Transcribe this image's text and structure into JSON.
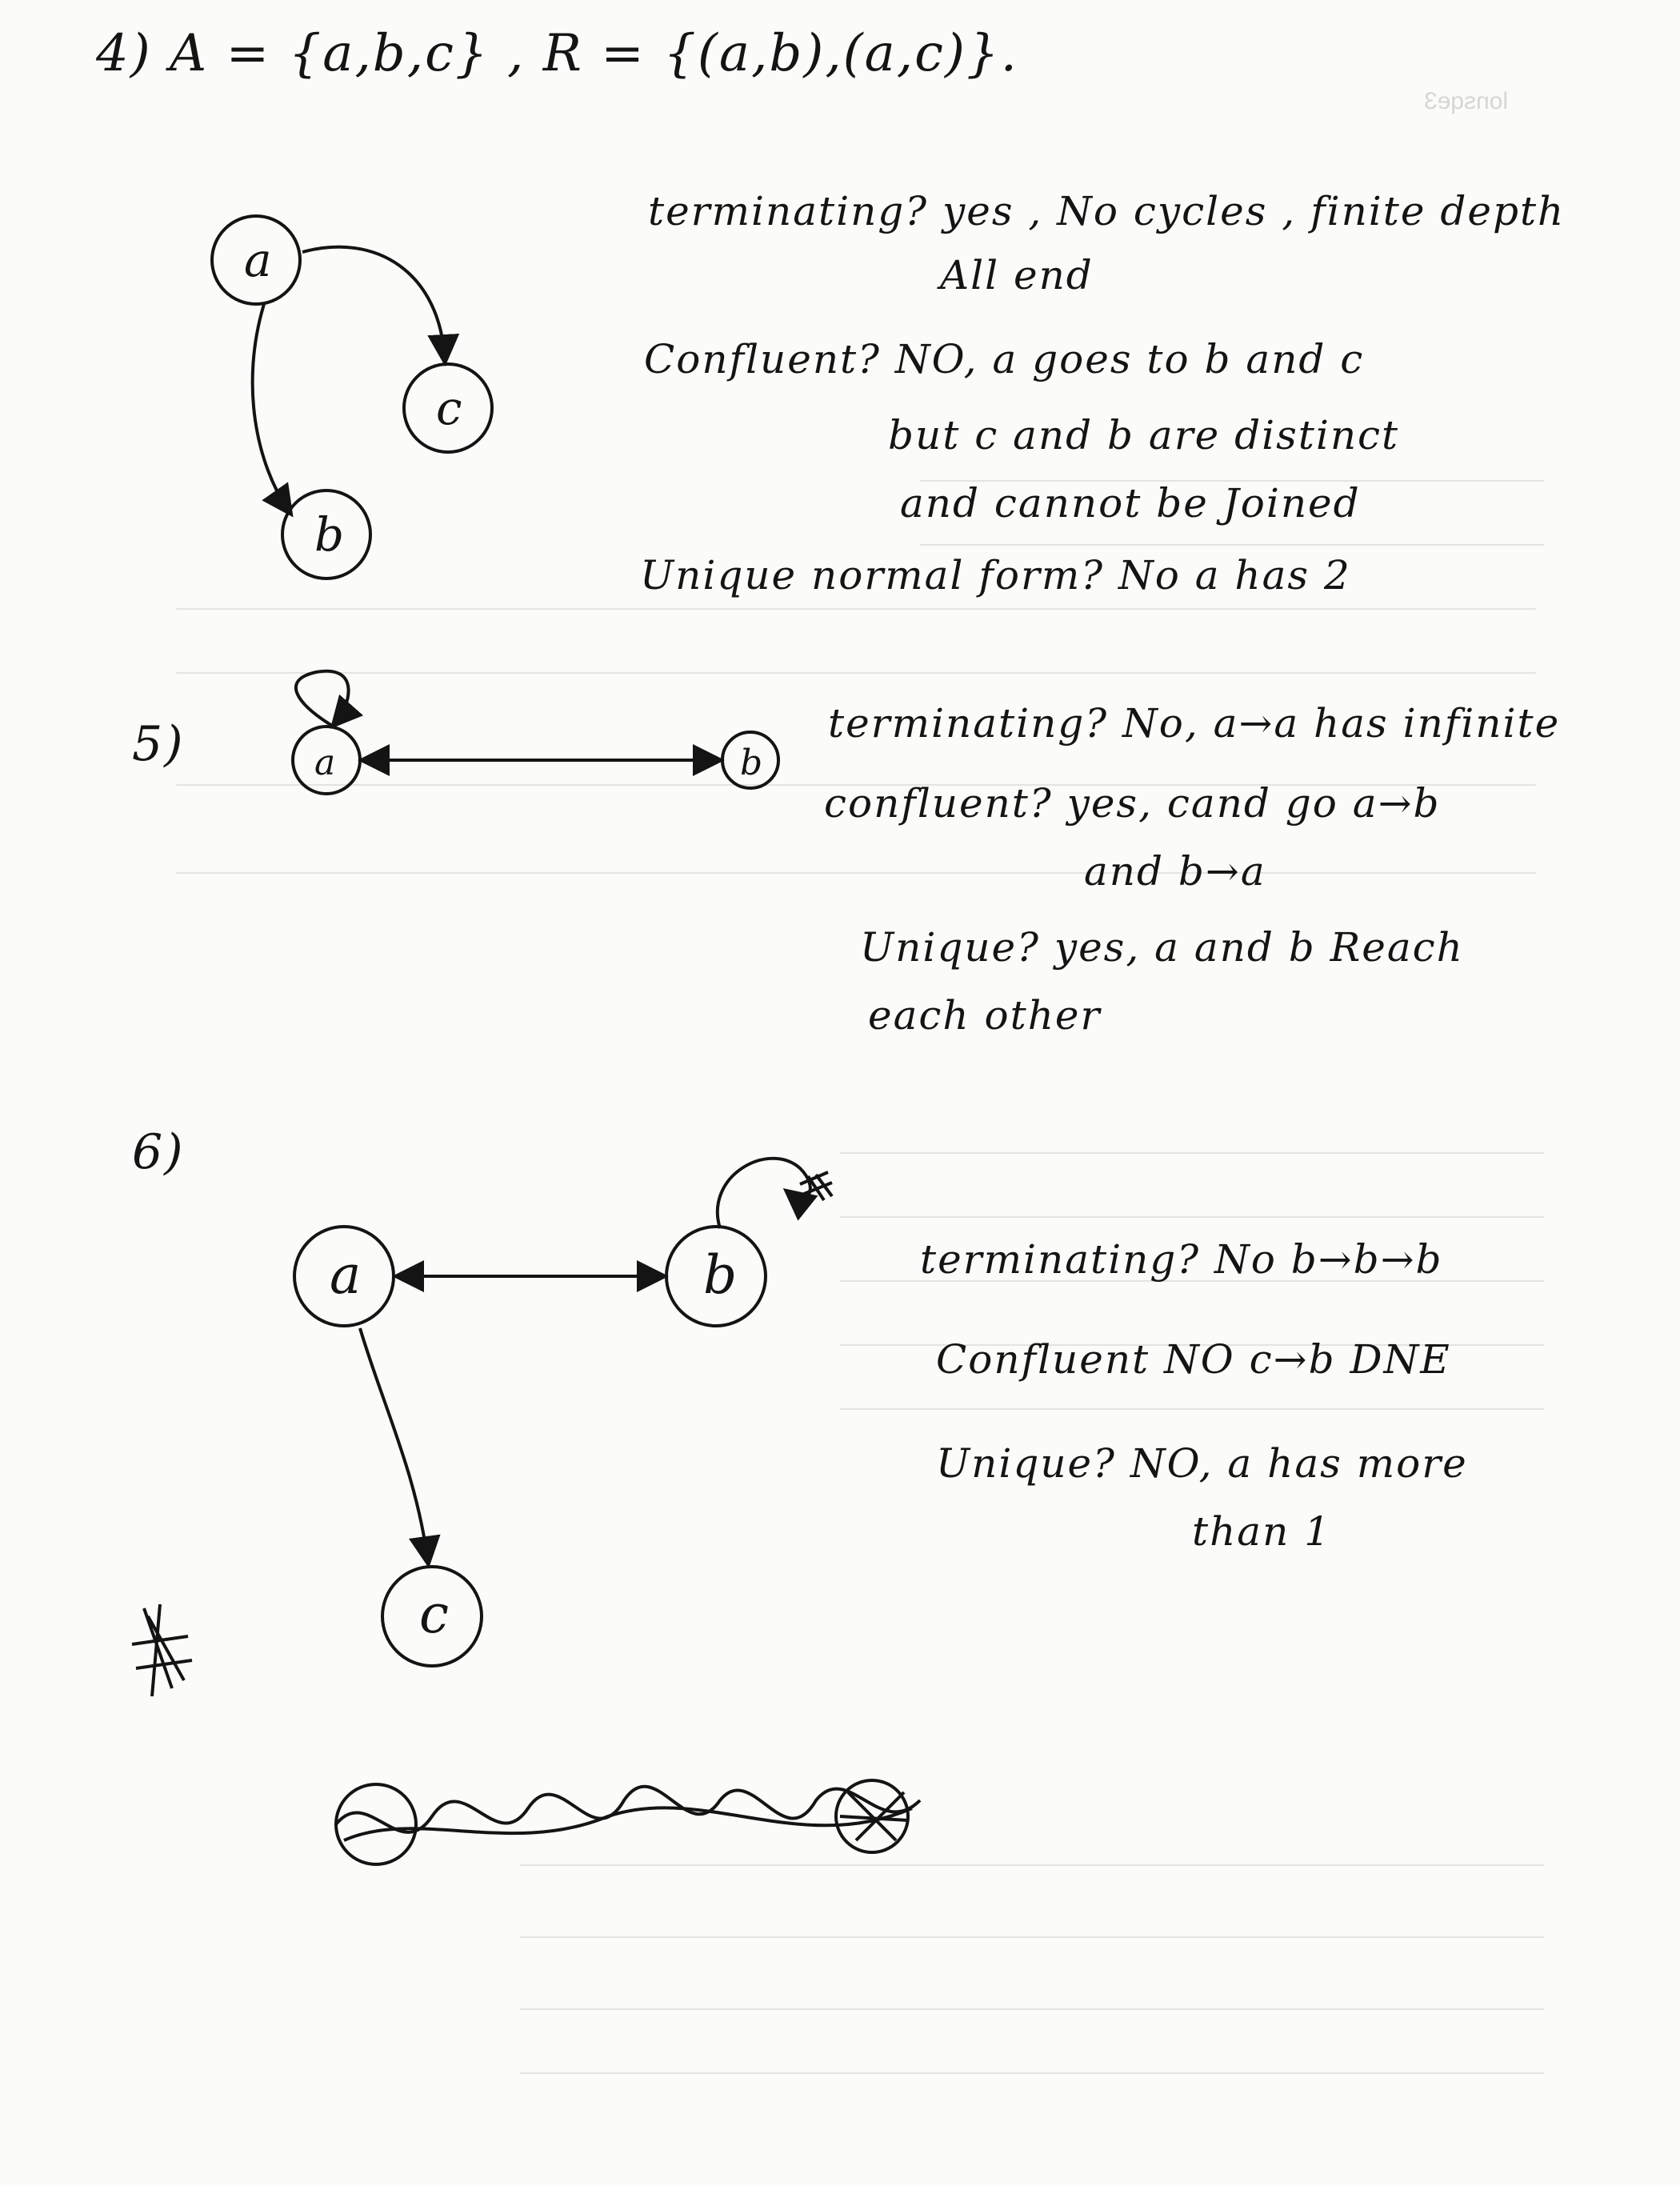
{
  "problems": [
    {
      "number": "4)",
      "header": "A = {a,b,c} , R = {(a,b),(a,c)}.",
      "nodes": [
        "a",
        "c",
        "b"
      ],
      "notes": [
        "terminating? yes , No cycles , finite depth",
        "All end",
        "Confluent? NO, a goes to b and c",
        "but c and b are distinct",
        "and cannot be Joined",
        "Unique normal form? No a has 2"
      ]
    },
    {
      "number": "5)",
      "nodes": [
        "a",
        "b"
      ],
      "notes": [
        "terminating? No, a→a has infinite",
        "confluent? yes, cand go a→b",
        "and b→a",
        "Unique? yes, a and b Reach",
        "each other"
      ]
    },
    {
      "number": "6)",
      "nodes": [
        "a",
        "b",
        "c"
      ],
      "notes": [
        "terminating? No b→b→b",
        "Confluent NO c→b DNE",
        "Unique? NO, a has more",
        "than 1"
      ]
    }
  ],
  "colors": {
    "ink": "#141414",
    "paper": "#fbfbf9",
    "bleed": "#d6d6d2"
  }
}
